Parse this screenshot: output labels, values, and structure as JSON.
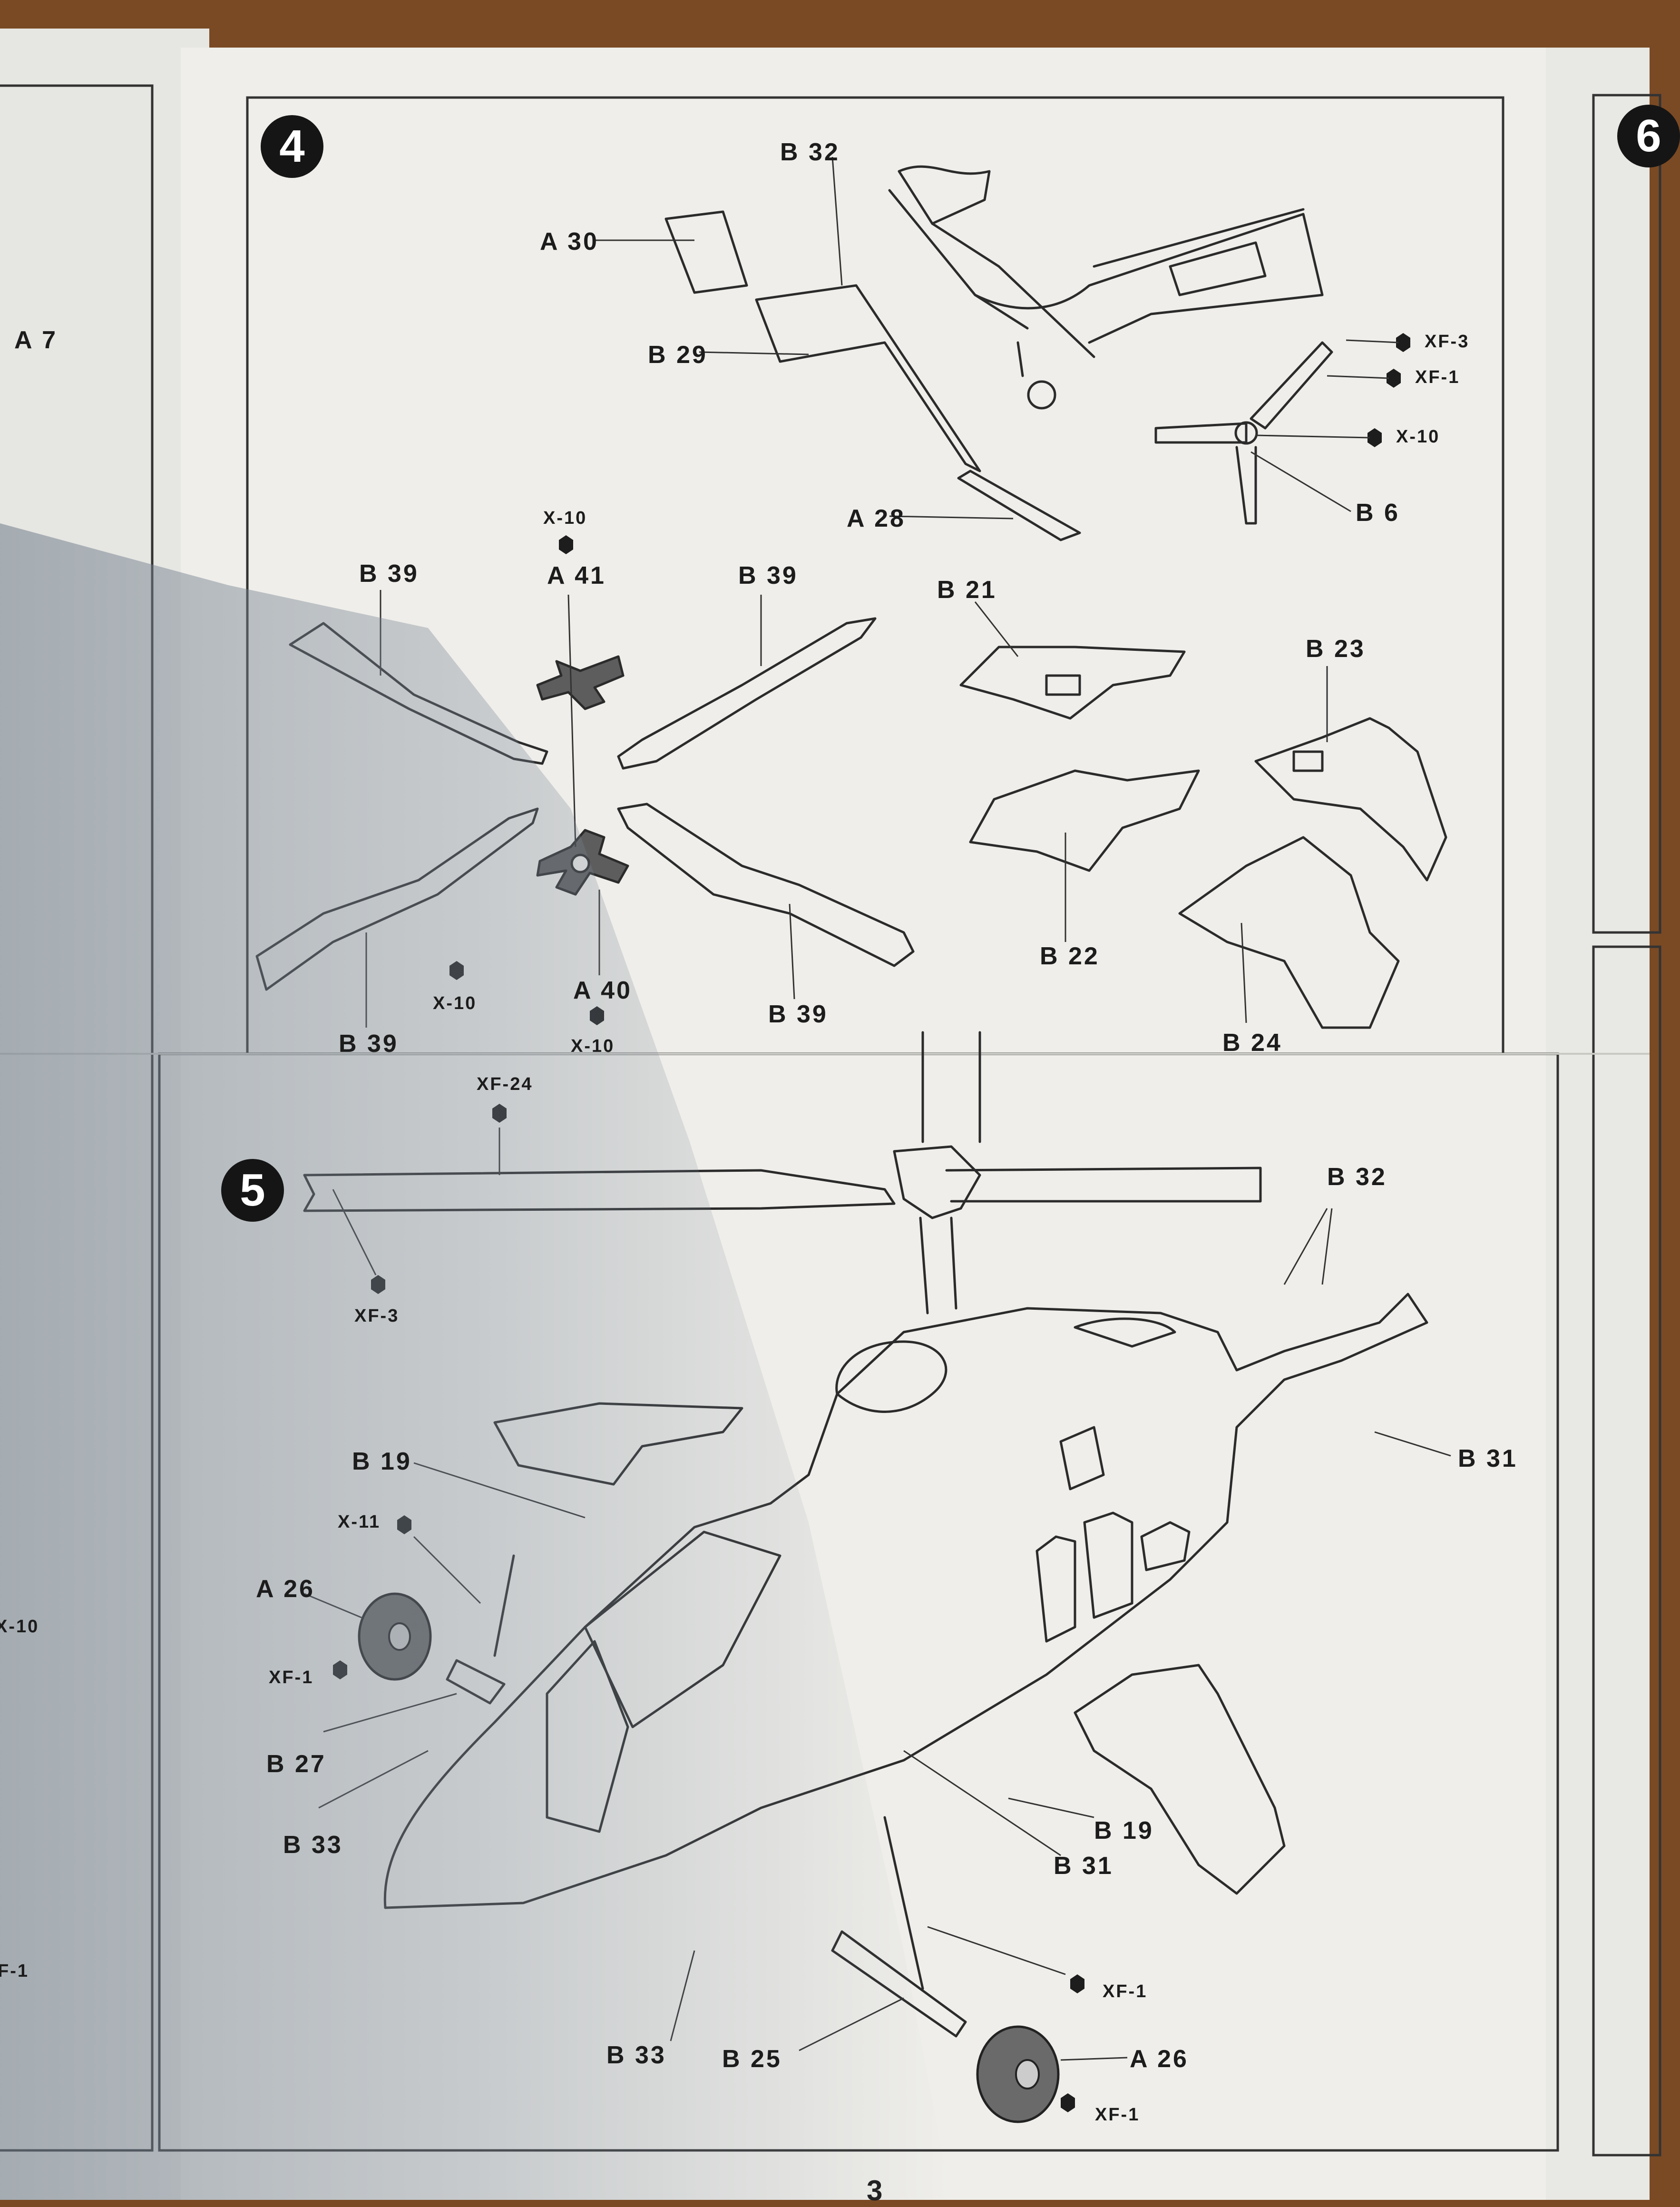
{
  "steps": [
    {
      "number": "4"
    },
    {
      "number": "5"
    },
    {
      "number": "6"
    }
  ],
  "left_panel": {
    "part_a7": "A 7",
    "part_x10": "X-10",
    "part_f1": "F-1"
  },
  "step4": {
    "parts": {
      "b32": "B 32",
      "a30": "A 30",
      "b29": "B 29",
      "a28": "A 28",
      "xf3": "XF-3",
      "xf1": "XF-1",
      "x10_tail": "X-10",
      "b6": "B 6",
      "x10_top": "X-10",
      "a41": "A 41",
      "b39_tl": "B 39",
      "b39_tr": "B 39",
      "b21": "B 21",
      "b23": "B 23",
      "b22": "B 22",
      "b24": "B 24",
      "x10_left": "X-10",
      "a40": "A 40",
      "x10_bottom": "X-10",
      "b39_bl": "B 39",
      "b39_br": "B 39"
    }
  },
  "step5": {
    "parts": {
      "xf24": "XF-24",
      "xf3": "XF-3",
      "b32": "B 32",
      "b31_right": "B 31",
      "b19_left": "B 19",
      "x11": "X-11",
      "a26_left": "A 26",
      "xf1_left": "XF-1",
      "b27": "B 27",
      "b33_left": "B 33",
      "b19_right": "B 19",
      "b31_bottom": "B 31",
      "xf1_gear": "XF-1",
      "a26_right": "A 26",
      "xf1_wheel": "XF-1",
      "b33_bottom": "B 33",
      "b25": "B 25"
    }
  },
  "page_number": "3"
}
